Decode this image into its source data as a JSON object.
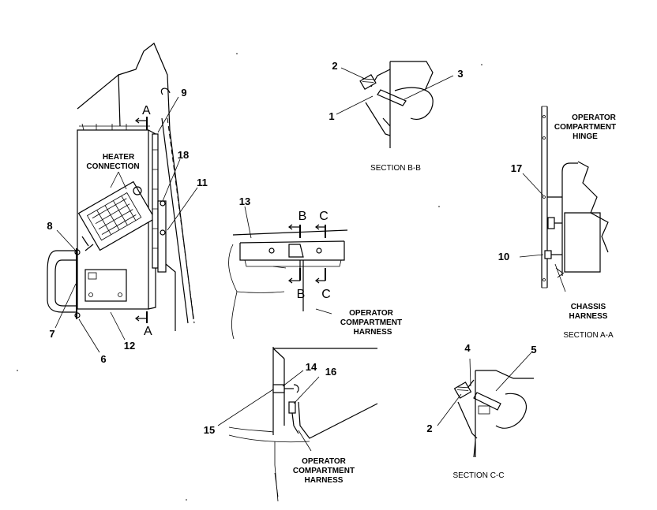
{
  "main_view": {
    "heater_connection_line1": "HEATER",
    "heater_connection_line2": "CONNECTION",
    "section_a_top": "A",
    "section_a_bottom": "A",
    "callout_9": "9",
    "callout_18": "18",
    "callout_11": "11",
    "callout_8": "8",
    "callout_7": "7",
    "callout_6": "6",
    "callout_12": "12"
  },
  "section_bb": {
    "title": "SECTION B-B",
    "callout_1": "1",
    "callout_2": "2",
    "callout_3": "3"
  },
  "section_aa": {
    "title": "SECTION A-A",
    "hinge_line1": "OPERATOR",
    "hinge_line2": "COMPARTMENT",
    "hinge_line3": "HINGE",
    "chassis_line1": "CHASSIS",
    "chassis_line2": "HARNESS",
    "callout_17": "17",
    "callout_10": "10"
  },
  "bracket_view": {
    "callout_13": "13",
    "cut_b_top": "B",
    "cut_b_bottom": "B",
    "cut_c_top": "C",
    "cut_c_bottom": "C",
    "harness_line1": "OPERATOR",
    "harness_line2": "COMPARTMENT",
    "harness_line3": "HARNESS"
  },
  "lower_view": {
    "callout_14": "14",
    "callout_15": "15",
    "callout_16": "16",
    "harness_line1": "OPERATOR",
    "harness_line2": "COMPARTMENT",
    "harness_line3": "HARNESS"
  },
  "section_cc": {
    "title": "SECTION C-C",
    "callout_2": "2",
    "callout_4": "4",
    "callout_5": "5"
  }
}
